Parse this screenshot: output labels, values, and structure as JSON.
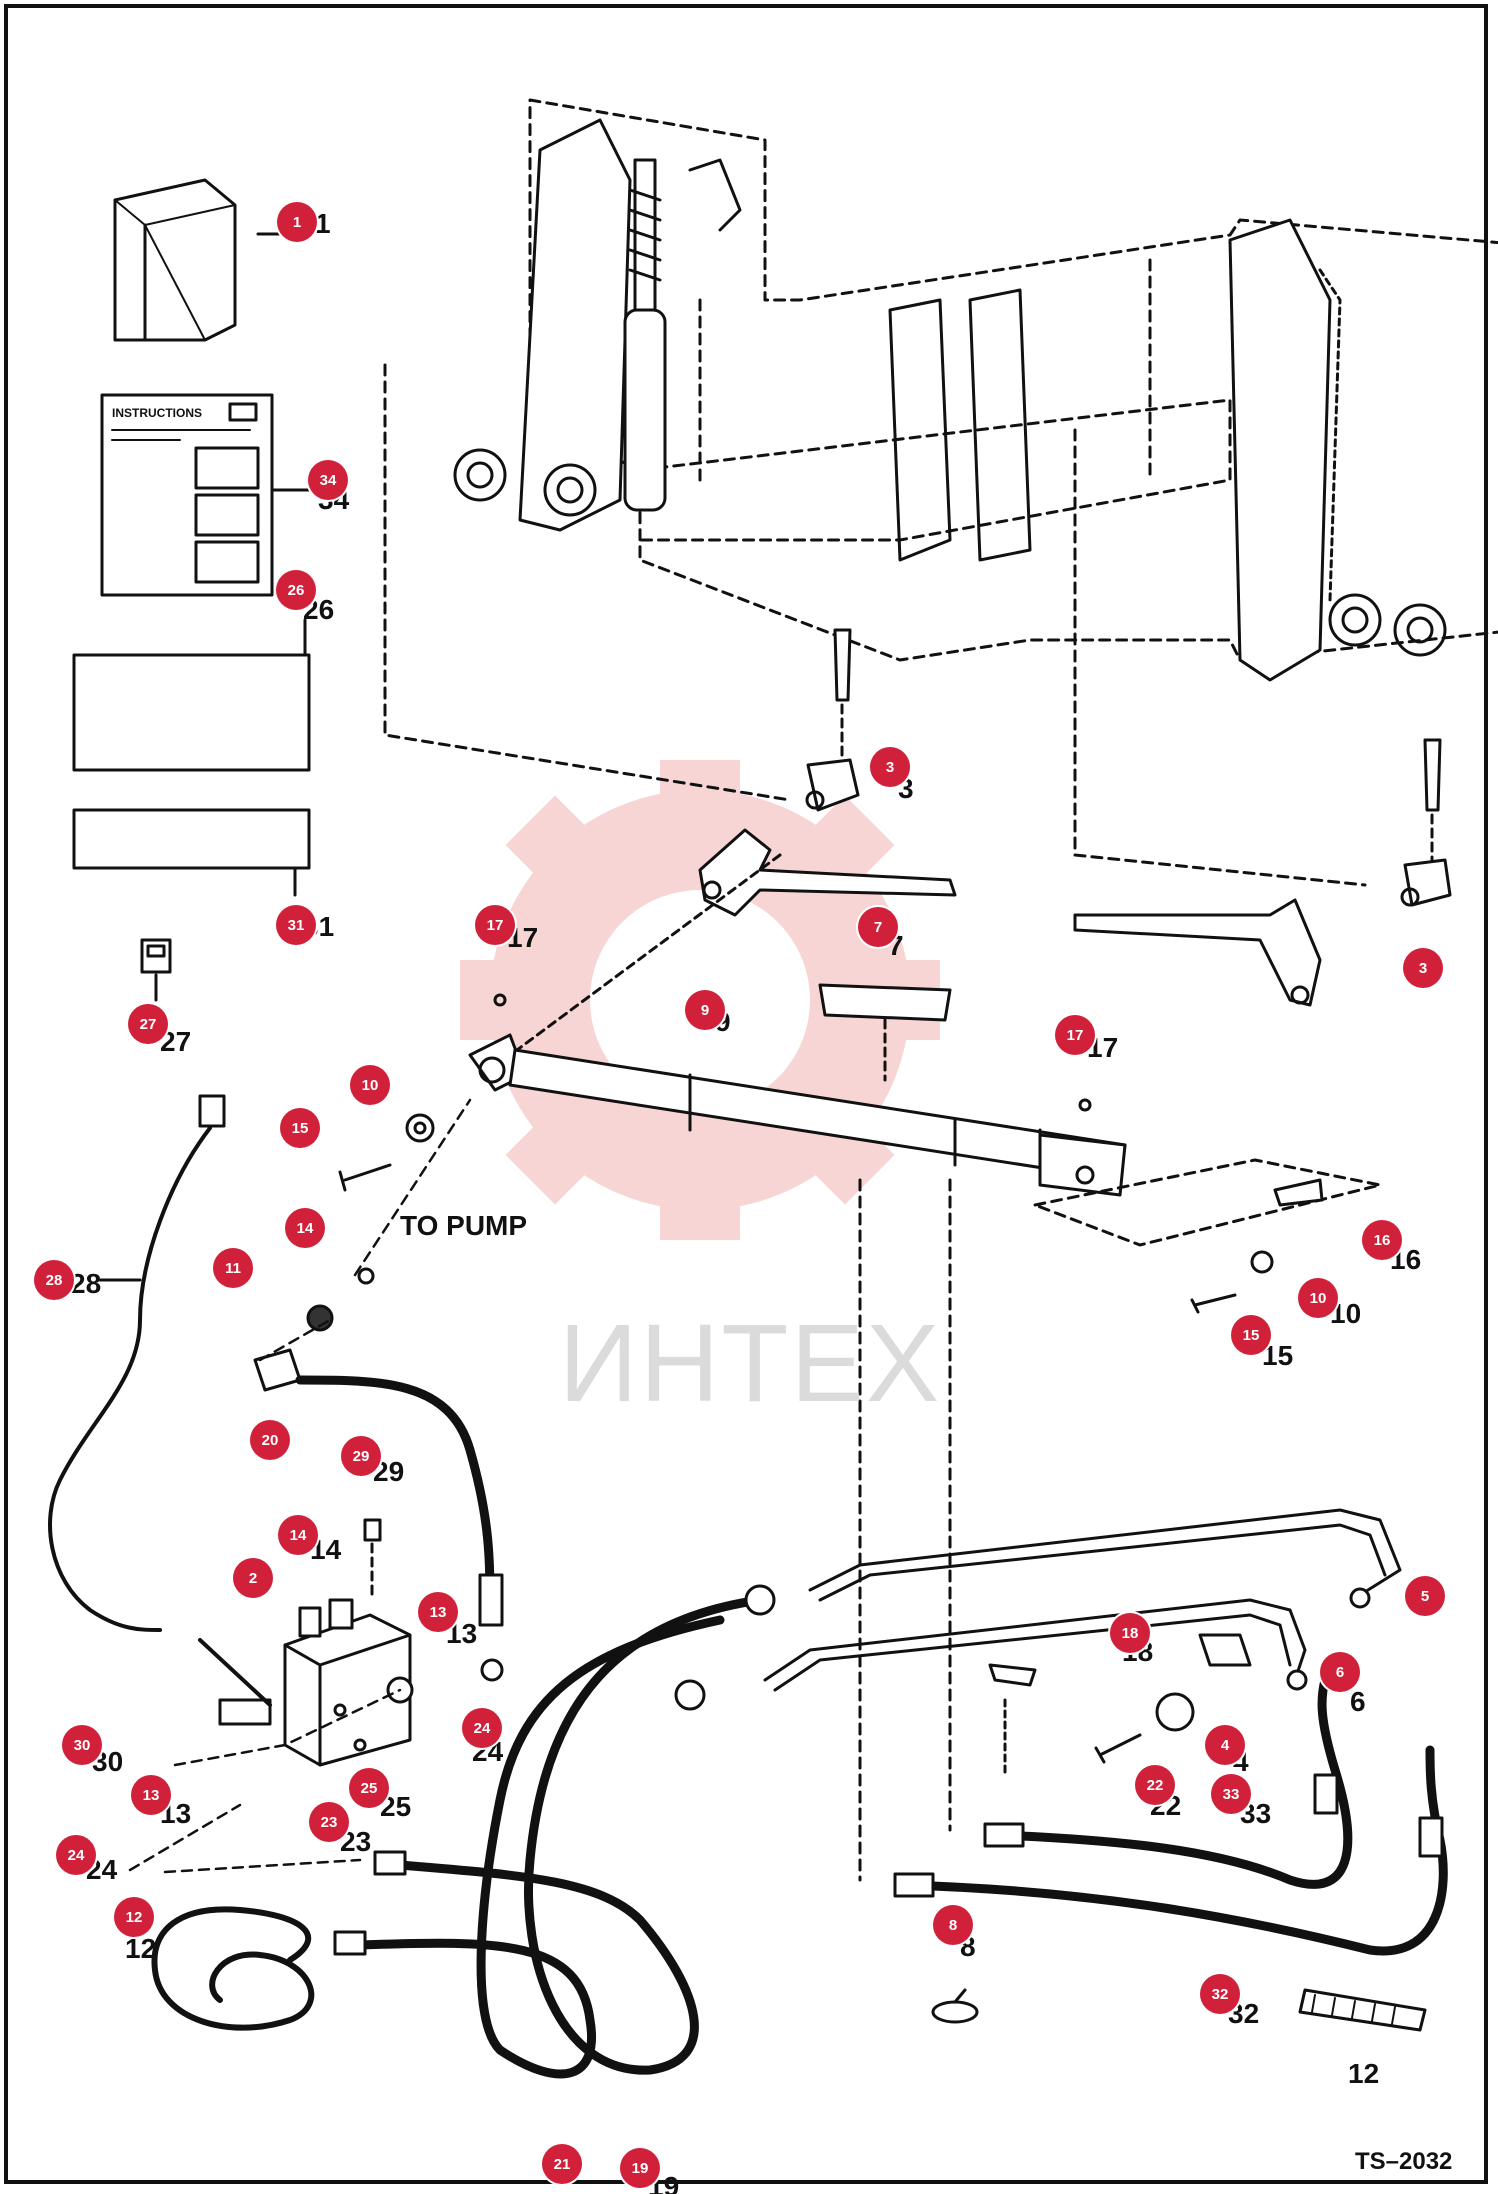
{
  "figure": {
    "pump_label": "TO PUMP",
    "drawing_number": "TS–2032",
    "watermark": "ИНТЕХ",
    "instructions_title": "INSTRUCTIONS",
    "part_labels": [
      "1",
      "34",
      "26",
      "31",
      "27",
      "28",
      "3",
      "3",
      "17",
      "17",
      "7",
      "9",
      "10",
      "15",
      "14",
      "11",
      "16",
      "10",
      "15",
      "20",
      "29",
      "14",
      "2",
      "13",
      "24",
      "30",
      "13",
      "25",
      "23",
      "24",
      "12",
      "21",
      "19",
      "5",
      "18",
      "6",
      "4",
      "22",
      "33",
      "8",
      "32",
      "12"
    ]
  },
  "callouts": [
    {
      "n": "1"
    },
    {
      "n": "34"
    },
    {
      "n": "26"
    },
    {
      "n": "31"
    },
    {
      "n": "27"
    },
    {
      "n": "28"
    },
    {
      "n": "3"
    },
    {
      "n": "3"
    },
    {
      "n": "17"
    },
    {
      "n": "17"
    },
    {
      "n": "7"
    },
    {
      "n": "9"
    },
    {
      "n": "10"
    },
    {
      "n": "15"
    },
    {
      "n": "14"
    },
    {
      "n": "11"
    },
    {
      "n": "16"
    },
    {
      "n": "10"
    },
    {
      "n": "15"
    },
    {
      "n": "20"
    },
    {
      "n": "29"
    },
    {
      "n": "14"
    },
    {
      "n": "2"
    },
    {
      "n": "13"
    },
    {
      "n": "24"
    },
    {
      "n": "30"
    },
    {
      "n": "13"
    },
    {
      "n": "25"
    },
    {
      "n": "23"
    },
    {
      "n": "24"
    },
    {
      "n": "12"
    },
    {
      "n": "21"
    },
    {
      "n": "19"
    },
    {
      "n": "5"
    },
    {
      "n": "18"
    },
    {
      "n": "6"
    },
    {
      "n": "4"
    },
    {
      "n": "22"
    },
    {
      "n": "33"
    },
    {
      "n": "8"
    },
    {
      "n": "32"
    }
  ],
  "colors": {
    "callout_fill": "#d1213a",
    "line": "#111111",
    "watermark_gear": "#f3b3b3",
    "watermark_text": "#d0d0d0"
  }
}
